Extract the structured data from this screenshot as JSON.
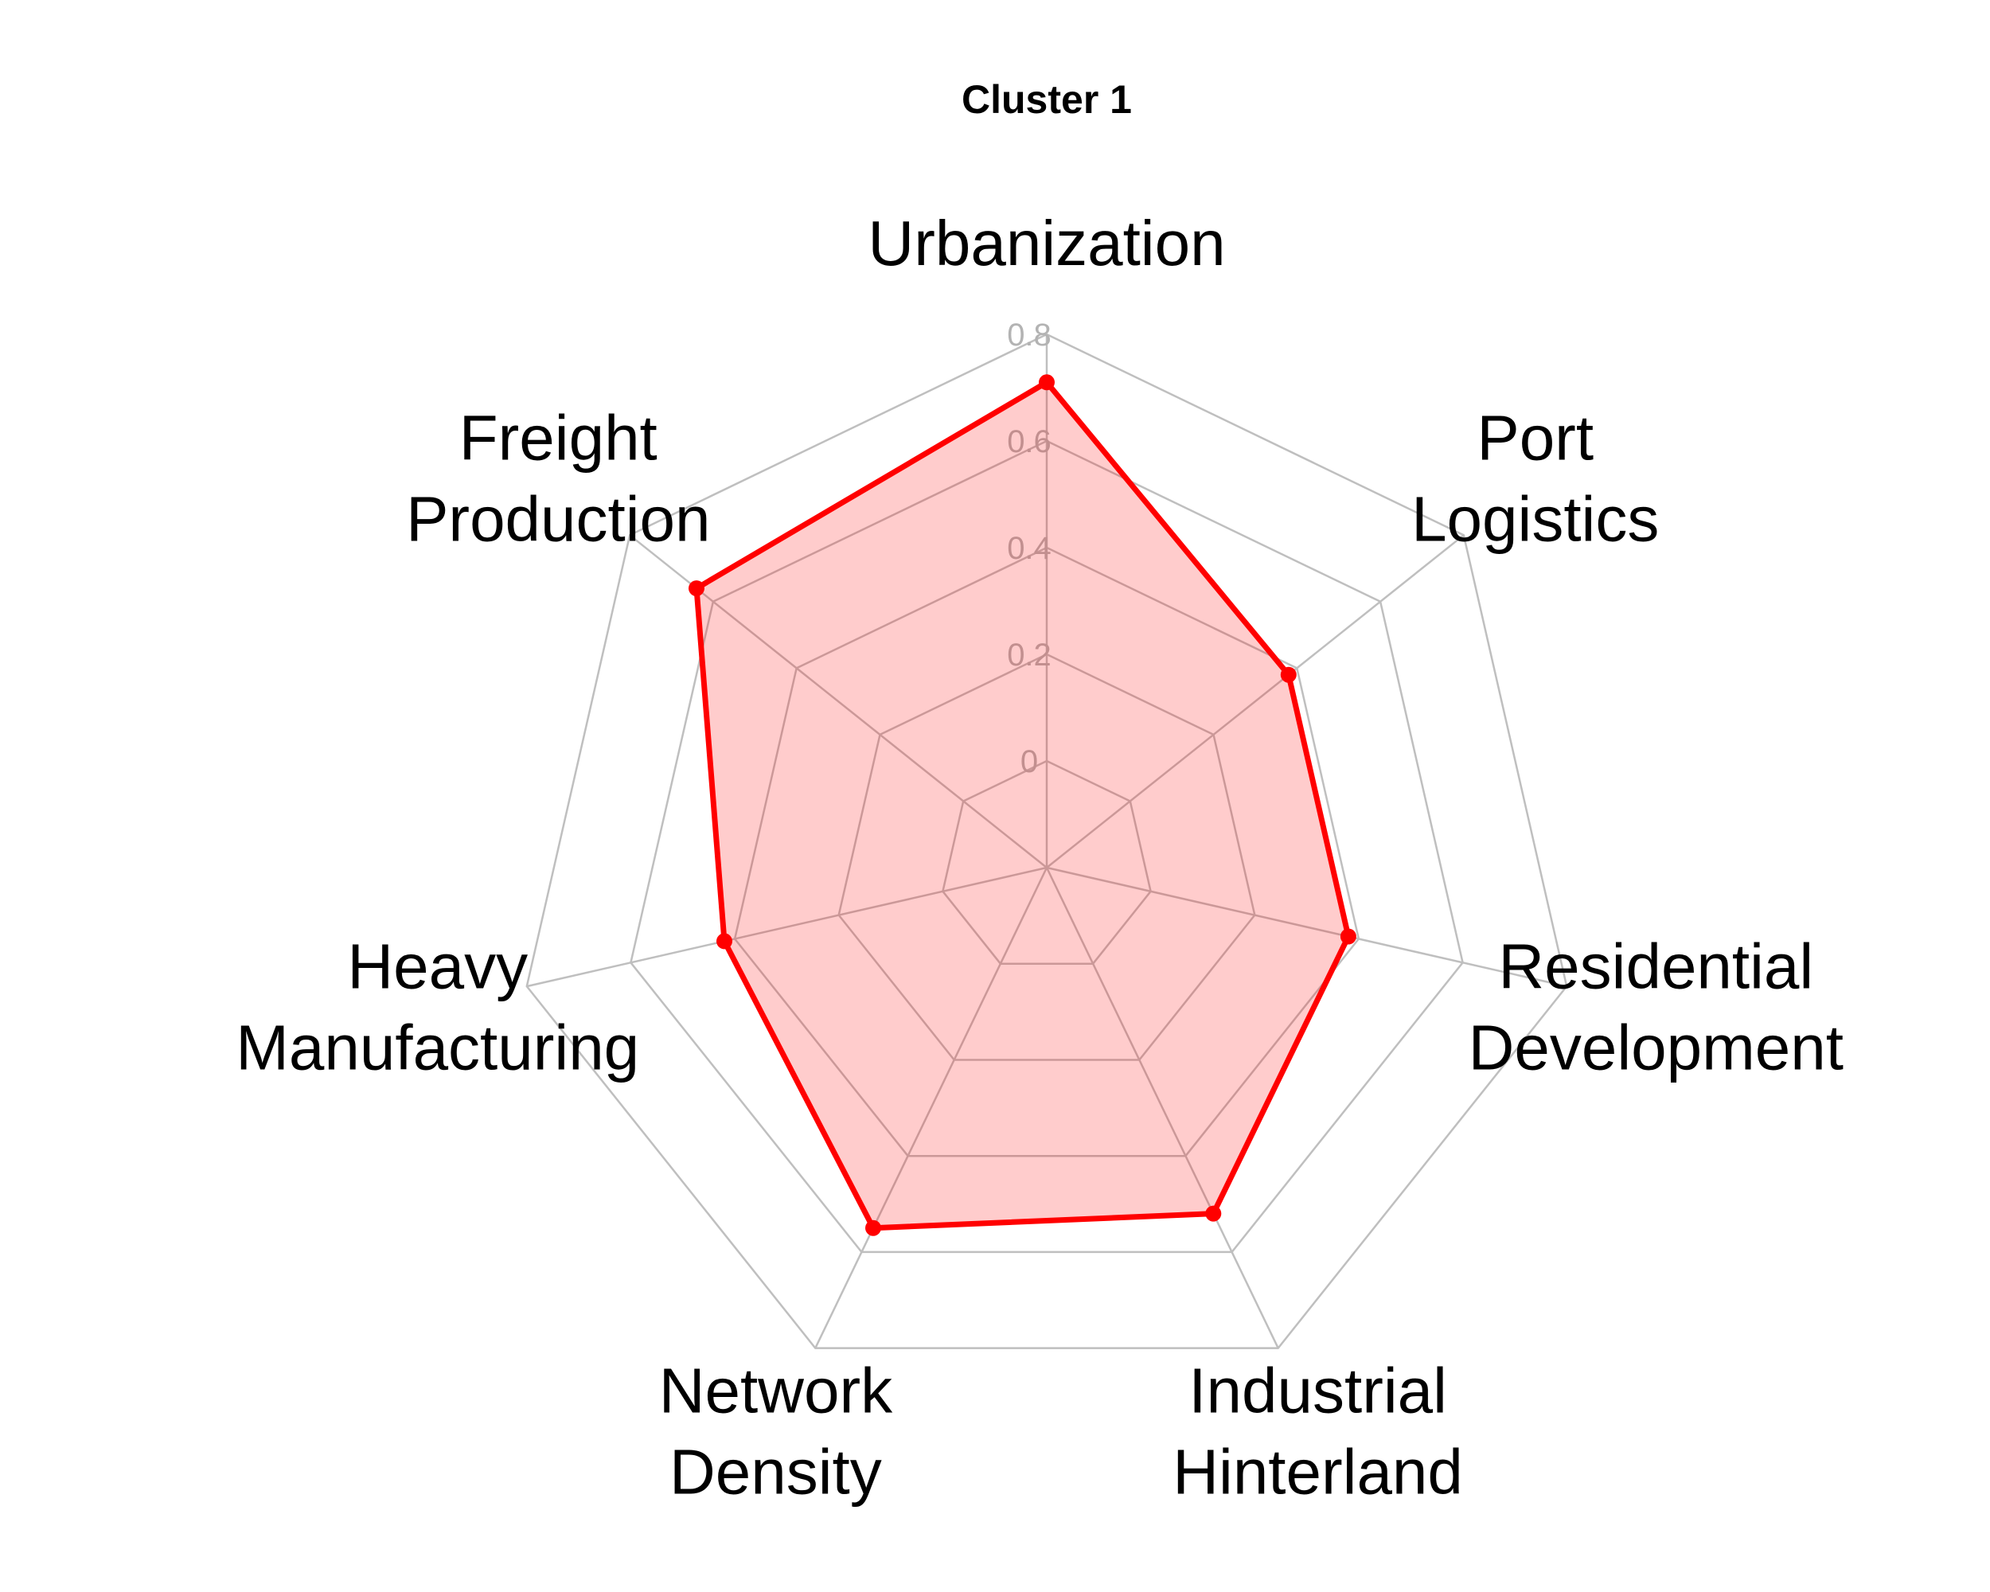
{
  "chart_data": {
    "type": "radar",
    "title": "Cluster 1",
    "axes": [
      [
        "Urbanization"
      ],
      [
        "Port",
        "Logistics"
      ],
      [
        "Residential",
        "Development"
      ],
      [
        "Industrial",
        "Hinterland"
      ],
      [
        "Network",
        "Density"
      ],
      [
        "Heavy",
        "Manufacturing"
      ],
      [
        "Freight",
        "Production"
      ]
    ],
    "ticks": [
      "0",
      "0.2",
      "0.4",
      "0.6",
      "0.8"
    ],
    "tick_values": [
      0,
      0.2,
      0.4,
      0.6,
      0.8
    ],
    "rlim": [
      -0.2,
      0.8
    ],
    "grid": true,
    "series": [
      {
        "values": [
          0.71,
          0.38,
          0.38,
          0.52,
          0.55,
          0.42,
          0.64
        ],
        "line_color": "#ff0000",
        "fill_color": "#ff0000",
        "fill_opacity": 0.2
      }
    ]
  }
}
